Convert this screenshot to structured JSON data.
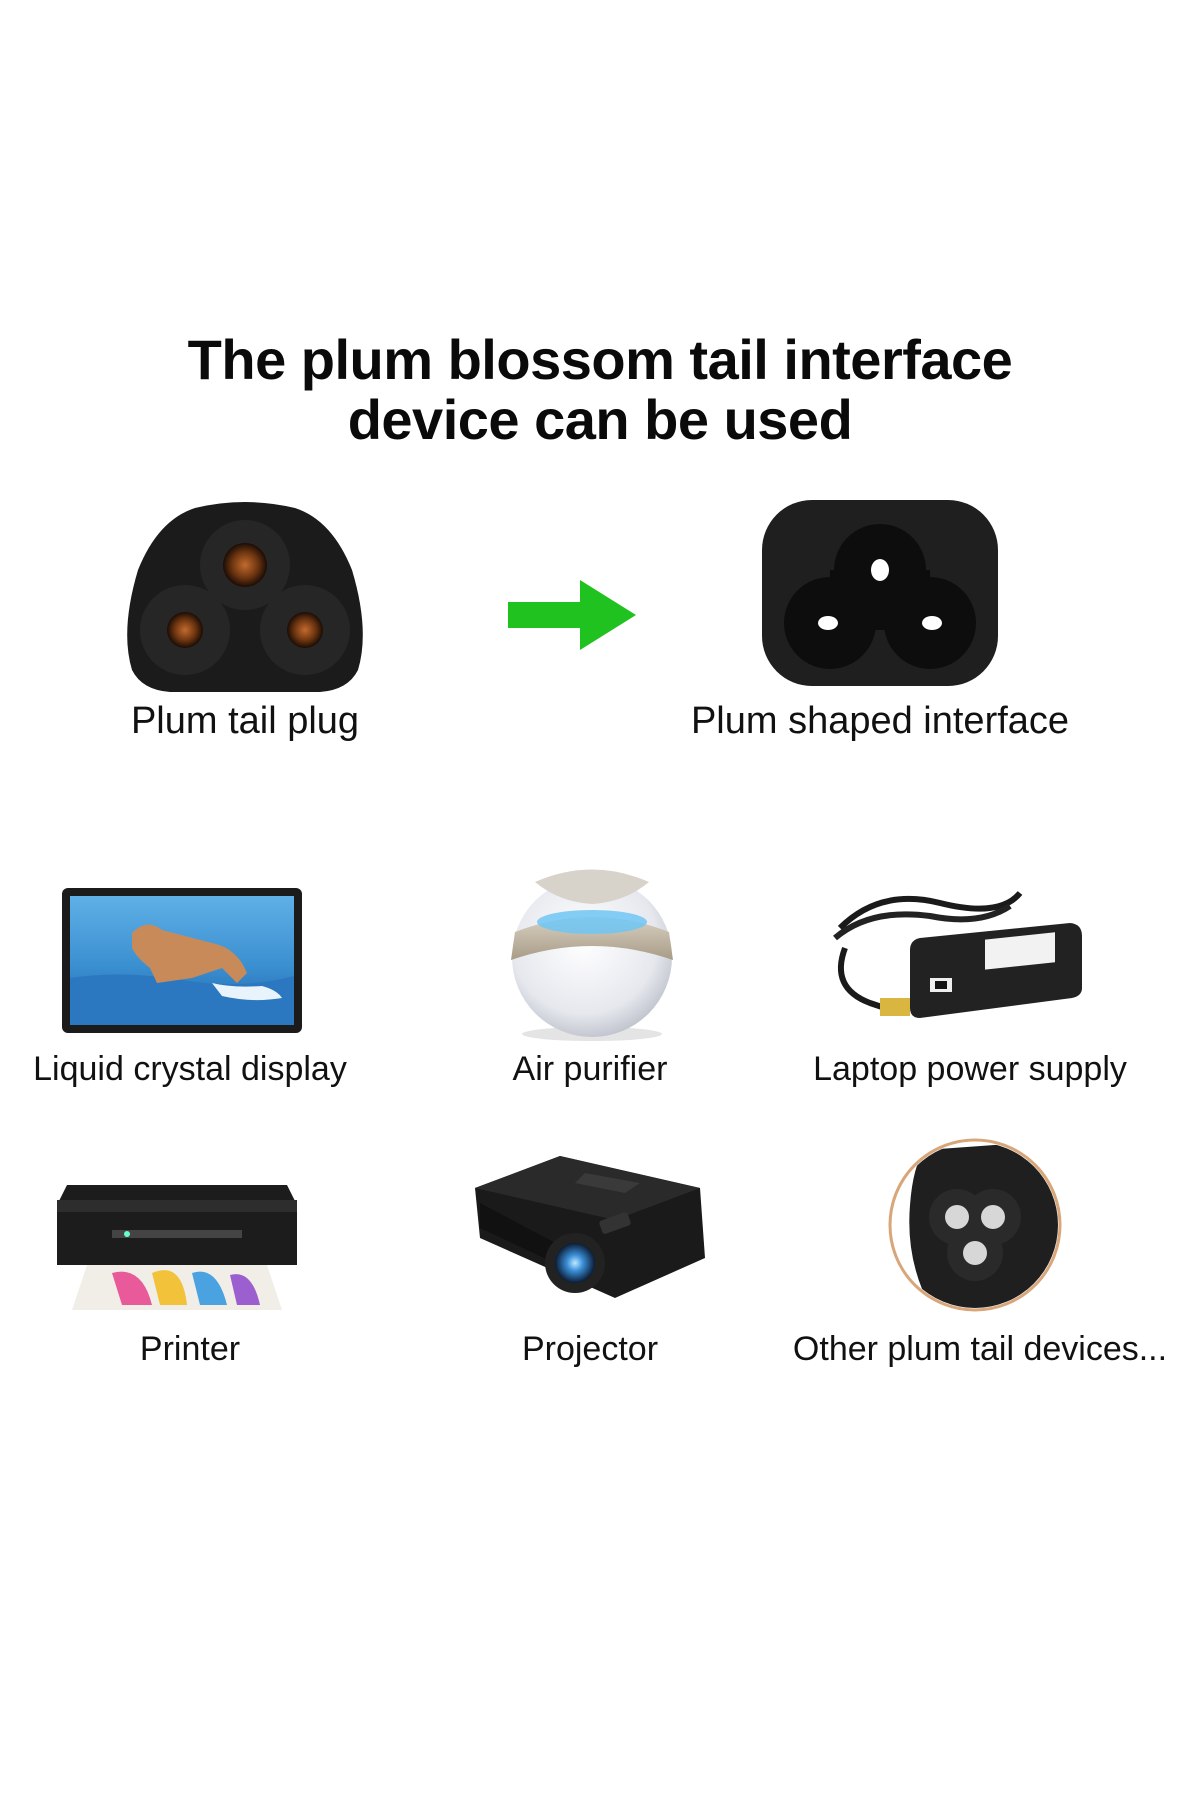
{
  "title": {
    "line1": "The plum blossom tail interface",
    "line2": "device can be used"
  },
  "top": {
    "left_label": "Plum tail plug",
    "right_label": "Plum shaped interface",
    "arrow_color": "#1fc21f"
  },
  "devices": [
    {
      "label": "Liquid crystal display",
      "icon": "lcd-monitor-icon"
    },
    {
      "label": "Air purifier",
      "icon": "air-purifier-icon"
    },
    {
      "label": "Laptop power supply",
      "icon": "laptop-adapter-icon"
    },
    {
      "label": "Printer",
      "icon": "printer-icon"
    },
    {
      "label": "Projector",
      "icon": "projector-icon"
    },
    {
      "label": "Other plum tail devices...",
      "icon": "plum-socket-icon"
    }
  ]
}
